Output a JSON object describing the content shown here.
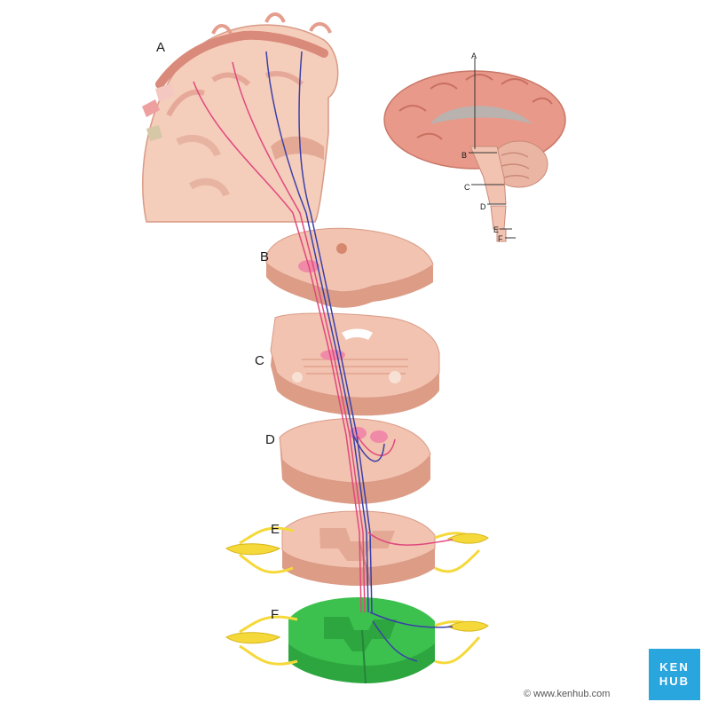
{
  "labels": {
    "main": {
      "A": "A",
      "B": "B",
      "C": "C",
      "D": "D",
      "E": "E",
      "F": "F"
    },
    "inset": {
      "A": "A",
      "B": "B",
      "C": "C",
      "D": "D",
      "E": "E",
      "F": "F"
    }
  },
  "branding": {
    "logo_line1": "KEN",
    "logo_line2": "HUB",
    "copyright": "© www.kenhub.com"
  },
  "colors": {
    "tissue": "#f2c3b0",
    "tissue_dark": "#dc9c86",
    "gyri": "#e8998a",
    "tract_pink": "#e0487e",
    "tract_blue": "#3b3fa8",
    "nerve_yellow": "#f5d93a",
    "highlight_green": "#3cc14e",
    "highlight_green_dark": "#2ea63f",
    "logo_blue": "#2aa6df"
  }
}
